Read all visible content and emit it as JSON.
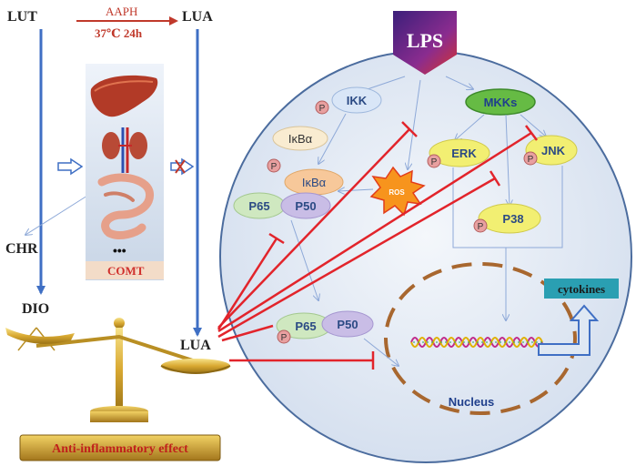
{
  "colors": {
    "arrow_blue": "#3f6fc4",
    "thin_blue": "#8ea9d8",
    "inhibit_red": "#e2242b",
    "cell_fill": "#dfe8f3",
    "cell_border": "#4b6c9e",
    "nucleus_brown": "#a8672f",
    "ikk_fill": "#d9e6f7",
    "mkks_fill": "#66bb44",
    "yellow_fill": "#f2ef72",
    "p_fill": "#e8a0a0",
    "p65_fill": "#cfe8c0",
    "p50_fill": "#c9bde6",
    "ikba_fill": "#f9ecd1",
    "gold": "#c8a02c",
    "lps_fill": "#7a2d8c"
  },
  "labels": {
    "lut": "LUT",
    "lua_top": "LUA",
    "aaph": "AAPH",
    "condition": "37℃  24h",
    "chr": "CHR",
    "dio": "DIO",
    "lua_bottom": "LUA",
    "comt": "COMT",
    "ellipsis": "•••",
    "anti": "Anti-inflammatory effect",
    "lps": "LPS",
    "ikk": "IKK",
    "ikba": "IκBα",
    "ikba_bound": "IκBα",
    "p65": "P65",
    "p50": "P50",
    "p65_nuc": "P65",
    "p50_nuc": "P50",
    "mkks": "MKKs",
    "erk": "ERK",
    "jnk": "JNK",
    "p38": "P38",
    "ros": "ROS",
    "p": "P",
    "cytokines": "cytokines",
    "nucleus": "Nucleus"
  },
  "icons": {
    "organs": [
      "liver-icon",
      "kidney-icon",
      "intestine-icon"
    ],
    "blocked_transport": "crossed-arrow-icon",
    "balance": "balance-scale-icon",
    "lps_shield": "lps-pentagon-icon",
    "ros_burst": "ros-star-icon",
    "dna": "dna-helix-icon"
  }
}
